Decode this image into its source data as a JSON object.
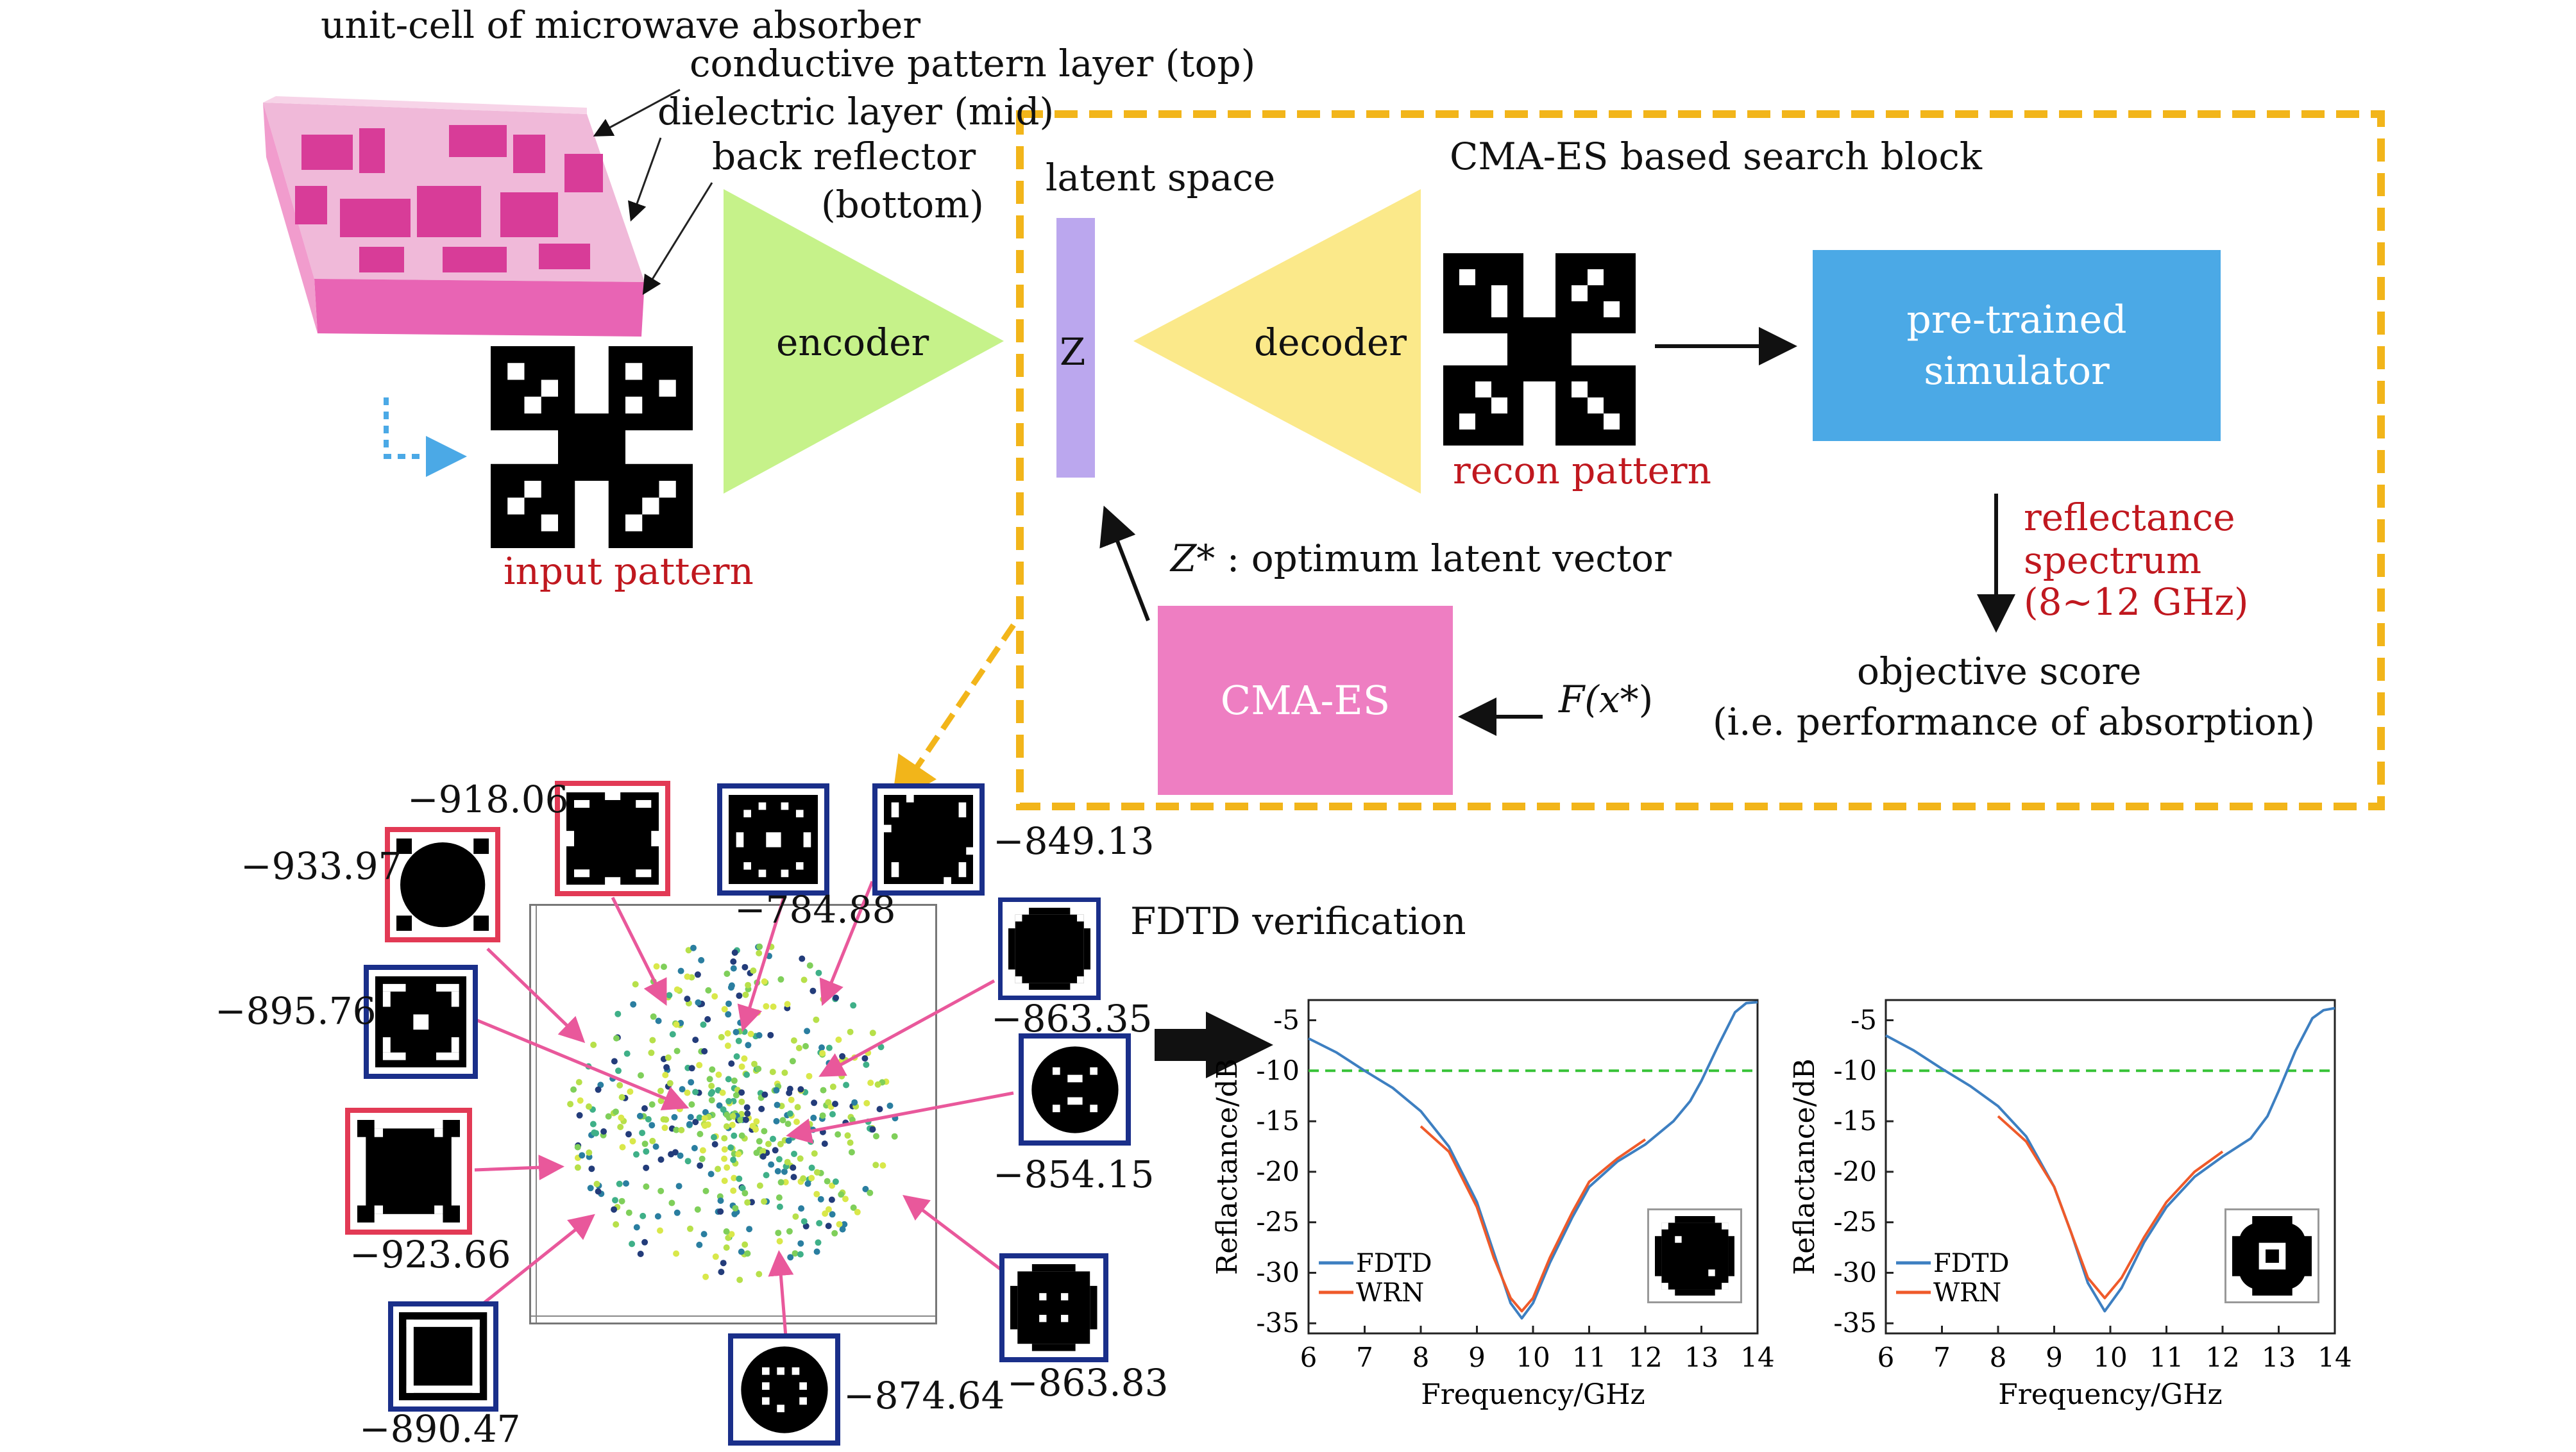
{
  "colors": {
    "highlight_border": "#e23a55",
    "normal_border": "#1a2f8a",
    "search_block_border": "#f2b51a",
    "encoder_fill": "#c6f28a",
    "decoder_fill": "#fbe98a",
    "latent_fill": "#bba7ee",
    "simulator_fill": "#4ba9e6",
    "cmaes_fill": "#ee7ec2",
    "label_red": "#c0181f",
    "fdtd_line": "#3d7fc1",
    "wrn_line": "#ef5a2a",
    "threshold_line": "#37c337"
  },
  "top": {
    "unit_cell_title": "unit-cell of microwave absorber",
    "layer_top": "conductive pattern layer (top)",
    "layer_mid": "dielectric layer (mid)",
    "layer_bottom_1": "back reflector",
    "layer_bottom_2": "(bottom)",
    "input_pattern": "input pattern",
    "encoder": "encoder",
    "latent_space": "latent space",
    "z": "Z",
    "decoder": "decoder",
    "search_block": "CMA-ES based search block",
    "recon_pattern": "recon pattern",
    "simulator_1": "pre-trained",
    "simulator_2": "simulator",
    "reflectance_1": "reflectance",
    "reflectance_2": "spectrum",
    "reflectance_3": "(8~12 GHz)",
    "objective_1": "objective score",
    "objective_2": "(i.e. performance of absorption)",
    "zstar_sym": "Z*",
    "zstar_text": " : optimum latent vector",
    "cmaes": "CMA-ES",
    "fx_f": "F(",
    "fx_x": "x*",
    "fx_close": ")"
  },
  "scatter": {
    "scores": {
      "s918": "−918.06",
      "s933": "−933.97",
      "s784": "−784.88",
      "s849": "−849.13",
      "s895": "−895.76",
      "s863a": "−863.35",
      "s854": "−854.15",
      "s923": "−923.66",
      "s890": "−890.47",
      "s874": "−874.64",
      "s863b": "−863.83"
    },
    "fdtd_title": "FDTD verification"
  },
  "chart_data": [
    {
      "type": "line",
      "xlabel": "Frequency/GHz",
      "ylabel": "Reflactance/dB",
      "xlim": [
        6,
        14
      ],
      "ylim": [
        -36,
        -3
      ],
      "x_ticks": [
        "6",
        "7",
        "8",
        "9",
        "10",
        "11",
        "12",
        "13",
        "14"
      ],
      "y_ticks": [
        "-5",
        "-10",
        "-15",
        "-20",
        "-25",
        "-30",
        "-35"
      ],
      "threshold": -10,
      "legend": "bottom-left",
      "series": [
        {
          "name": "FDTD",
          "x": [
            6,
            6.5,
            7,
            7.5,
            8,
            8.5,
            9,
            9.3,
            9.6,
            9.8,
            10,
            10.3,
            10.7,
            11,
            11.5,
            12,
            12.5,
            12.8,
            13,
            13.3,
            13.6,
            13.8,
            14
          ],
          "y": [
            -6.8,
            -8.2,
            -10,
            -11.7,
            -14,
            -17.5,
            -23,
            -28,
            -33,
            -34.5,
            -33,
            -29,
            -24.5,
            -21.5,
            -19,
            -17.3,
            -15,
            -13,
            -11,
            -7.5,
            -4.2,
            -3.3,
            -3.2
          ]
        },
        {
          "name": "WRN",
          "x": [
            8,
            8.5,
            9,
            9.3,
            9.6,
            9.8,
            10,
            10.3,
            10.7,
            11,
            11.5,
            12
          ],
          "y": [
            -15.5,
            -18,
            -23.5,
            -28.5,
            -32.5,
            -33.8,
            -32.5,
            -28.5,
            -24,
            -21,
            -18.7,
            -16.8
          ]
        }
      ]
    },
    {
      "type": "line",
      "xlabel": "Frequency/GHz",
      "ylabel": "Reflactance/dB",
      "xlim": [
        6,
        14
      ],
      "ylim": [
        -36,
        -3
      ],
      "x_ticks": [
        "6",
        "7",
        "8",
        "9",
        "10",
        "11",
        "12",
        "13",
        "14"
      ],
      "y_ticks": [
        "-5",
        "-10",
        "-15",
        "-20",
        "-25",
        "-30",
        "-35"
      ],
      "threshold": -10,
      "legend": "bottom-left",
      "series": [
        {
          "name": "FDTD",
          "x": [
            6,
            6.5,
            7,
            7.5,
            8,
            8.5,
            9,
            9.3,
            9.6,
            9.9,
            10.2,
            10.6,
            11,
            11.5,
            12,
            12.5,
            12.8,
            13,
            13.3,
            13.6,
            13.8,
            14
          ],
          "y": [
            -6.5,
            -8,
            -9.8,
            -11.5,
            -13.5,
            -16.5,
            -21.5,
            -26,
            -31,
            -33.8,
            -31.5,
            -27,
            -23.5,
            -20.5,
            -18.5,
            -16.7,
            -14.5,
            -12,
            -8,
            -4.8,
            -4,
            -3.8
          ]
        },
        {
          "name": "WRN",
          "x": [
            8,
            8.5,
            9,
            9.3,
            9.6,
            9.9,
            10.2,
            10.6,
            11,
            11.5,
            12
          ],
          "y": [
            -14.5,
            -17,
            -21.5,
            -26,
            -30.5,
            -32.5,
            -30.5,
            -26.5,
            -23,
            -20,
            -18
          ]
        }
      ]
    }
  ]
}
